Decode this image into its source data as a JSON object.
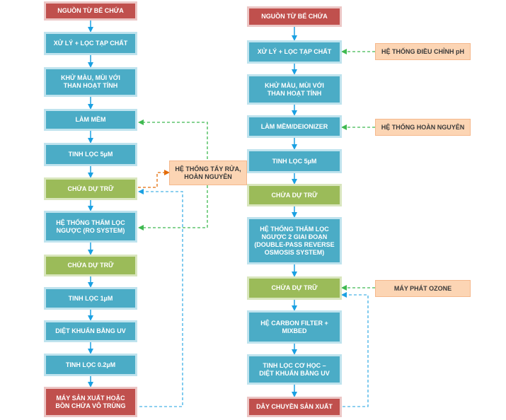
{
  "colors": {
    "process": "#4bacc6",
    "source": "#c0504d",
    "storage": "#9bbb59",
    "aux": "#fcd5b4",
    "flow_arrow": "#1ba1e2",
    "dash_green": "#3fb950",
    "dash_orange": "#e36c09"
  },
  "left_flow": {
    "source": "NGUỒN TỪ BỂ CHỨA",
    "step1": "XỬ LÝ + LỌC TẠP CHẤT",
    "step2": "KHỬ MÀU, MÙI VỚI\nTHAN HOẠT TÍNH",
    "step3": "LÀM MỀM",
    "step4": "TINH LỌC 5µM",
    "storage1": "CHỨA DỰ TRỮ",
    "step5": "HỆ THỐNG THẨM LỌC\nNGƯỢC (RO SYSTEM)",
    "storage2": "CHỨA DỰ TRỮ",
    "step6": "TINH LỌC 1µM",
    "step7": "DIỆT KHUẨN BẰNG UV",
    "step8": "TINH LỌC 0.2µM",
    "output": "MÁY SẢN XUẤT HOẶC\nBỒN CHỨA VÔ TRÙNG"
  },
  "middle_aux": {
    "cleaning": "HỆ THỐNG TẨY RỬA,\nHOÀN NGUYÊN"
  },
  "right_flow": {
    "source": "NGUỒN TỪ BỂ CHỨA",
    "step1": "XỬ LÝ + LỌC TẠP CHẤT",
    "step2": "KHỬ MÀU, MÙI VỚI\nTHAN HOẠT TÍNH",
    "step3": "LÀM MỀM/DEIONIZER",
    "step4": "TINH LỌC 5µM",
    "storage1": "CHỨA DỰ TRỮ",
    "step5": "HỆ THỐNG THẨM LỌC\nNGƯỢC 2 GIAI ĐOẠN\n(DOUBLE-PASS REVERSE\nOSMOSIS SYSTEM)",
    "storage2": "CHỨA DỰ TRỮ",
    "step6": "HỆ CARBON FILTER +\nMIXBED",
    "step7": "TINH LỌC CƠ HỌC –\nDIỆT KHUẨN BẰNG UV",
    "output": "DÂY CHUYỀN SẢN XUẤT"
  },
  "right_aux": {
    "ph": "HỆ THỐNG ĐIỀU CHỈNH pH",
    "regen": "HỆ THỐNG HOÀN NGUYÊN",
    "ozone": "MÁY PHÁT OZONE"
  }
}
